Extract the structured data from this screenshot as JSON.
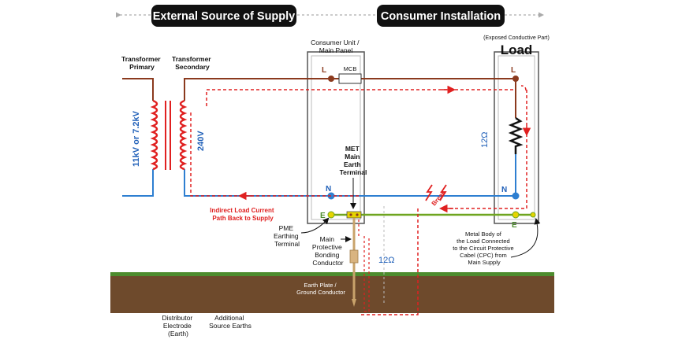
{
  "header": {
    "left_pill": "External Source of Supply",
    "right_pill": "Consumer Installation"
  },
  "transformer": {
    "primary_label": [
      "Transformer",
      "Primary"
    ],
    "secondary_label": [
      "Transformer",
      "Secondary"
    ],
    "primary_voltage": "11kV or 7.2kV",
    "secondary_voltage": "240V"
  },
  "consumer_unit": {
    "title": [
      "Consumer Unit /",
      "Main Panel"
    ],
    "live_terminal": "L",
    "mcb_label": "MCB",
    "neutral_terminal": "N",
    "earth_terminal": "E"
  },
  "load": {
    "subtitle": "(Exposed Conductive Part)",
    "title": "Load",
    "resistance": "12Ω",
    "live_terminal": "L",
    "neutral_terminal": "N",
    "earth_terminal": "E"
  },
  "met": {
    "label": [
      "MET",
      "Main",
      "Earth",
      "Terminal"
    ]
  },
  "fault": {
    "break_label": "Break"
  },
  "annotations": {
    "indirect_path": [
      "Indirect Load Current",
      "Path Back to Supply"
    ],
    "pme": [
      "PME",
      "Earthing",
      "Terminal"
    ],
    "main_bonding": [
      "Main",
      "Protective",
      "Bonding",
      "Conductor"
    ],
    "earth_resistance": "12Ω",
    "earth_plate": [
      "Earth Plate /",
      "Ground Conductor"
    ],
    "metal_body": [
      "Metal Body of",
      "the Load Connected",
      "to the Circuit Protective",
      "Cabel (CPC) from",
      "Main Supply"
    ],
    "distributor_electrode": [
      "Distributor",
      "Electrode",
      "(Earth)"
    ],
    "additional_earths": [
      "Additional",
      "Source Earths"
    ]
  },
  "colors": {
    "live": "#8b3a1e",
    "neutral": "#2e7fd1",
    "earth": "#6fa520",
    "fault_path": "#e02020",
    "coil": "#e02020",
    "ground": "#6e4a2c",
    "grass": "#4d8c2e",
    "label_blue": "#1f5fb8"
  }
}
